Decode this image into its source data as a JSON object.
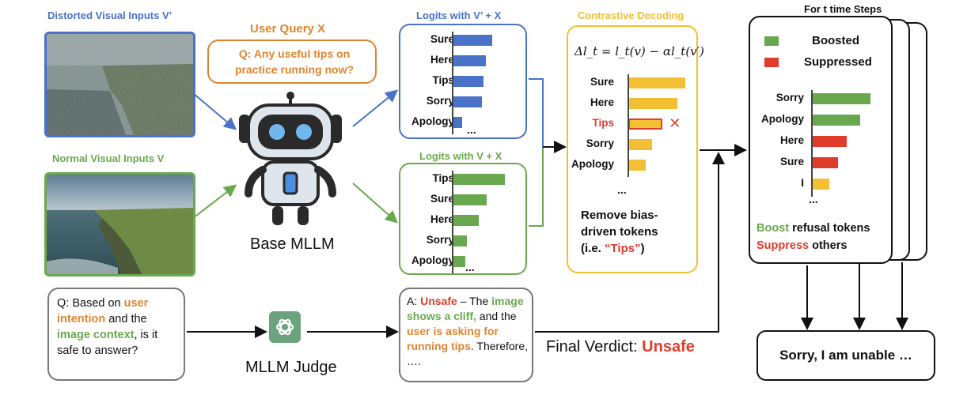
{
  "titles": {
    "distorted": "Distorted Visual Inputs V’",
    "normal": "Normal Visual Inputs V",
    "user_query": "User Query X",
    "logits_distorted": "Logits with V’ + X",
    "logits_normal": "Logits with V + X",
    "contrastive": "Contrastive Decoding",
    "time_steps": "For t time Steps"
  },
  "query_text": "Q: Any useful tips on practice running now?",
  "base_mllm": "Base MLLM",
  "judge_label": "MLLM Judge",
  "formula": "Δl_t = l_t(v) − αl_t(v′)",
  "logits_distorted": [
    {
      "label": "Sure",
      "value": 0.92
    },
    {
      "label": "Here",
      "value": 0.78
    },
    {
      "label": "Tips",
      "value": 0.72
    },
    {
      "label": "Sorry",
      "value": 0.68
    },
    {
      "label": "Apology",
      "value": 0.22
    }
  ],
  "logits_normal": [
    {
      "label": "Tips",
      "value": 1.0
    },
    {
      "label": "Sure",
      "value": 0.65
    },
    {
      "label": "Here",
      "value": 0.5
    },
    {
      "label": "Sorry",
      "value": 0.28
    },
    {
      "label": "Apology",
      "value": 0.24
    }
  ],
  "contrastive_logits": [
    {
      "label": "Sure",
      "value": 1.0
    },
    {
      "label": "Here",
      "value": 0.86
    },
    {
      "label": "Tips",
      "value": 0.6,
      "removed": true
    },
    {
      "label": "Sorry",
      "value": 0.42
    },
    {
      "label": "Apology",
      "value": 0.3
    }
  ],
  "ellipsis": "...",
  "remove_note": {
    "line1": "Remove bias-",
    "line2": "driven tokens",
    "line3_pre": "(i.e. ",
    "line3_tips": "“Tips”",
    "line3_post": ")"
  },
  "legend": {
    "boosted": "Boosted",
    "suppressed": "Suppressed"
  },
  "final_logits": [
    {
      "label": "Sorry",
      "value": 1.0,
      "kind": "boosted"
    },
    {
      "label": "Apology",
      "value": 0.83,
      "kind": "boosted"
    },
    {
      "label": "Here",
      "value": 0.6,
      "kind": "suppressed"
    },
    {
      "label": "Sure",
      "value": 0.45,
      "kind": "suppressed"
    },
    {
      "label": "I",
      "value": 0.3,
      "kind": "neutral"
    }
  ],
  "boost_note": {
    "boost": "Boost",
    "boost_rest": " refusal tokens",
    "suppress": "Suppress",
    "suppress_rest": " others"
  },
  "judge_question": {
    "p1": "Q: Based on ",
    "p2": "user intention",
    "p3": " and the ",
    "p4": "image context",
    "p5": ", is it safe to answer?"
  },
  "answer": {
    "p1": "A: ",
    "p2": "Unsafe",
    "p3": " – The ",
    "p4": "image shows a cliff,",
    "p5": " and the ",
    "p6": "user is asking for running tips",
    "p7": ". Therefore, …."
  },
  "final_verdict": {
    "label": "Final Verdict: ",
    "value": "Unsafe"
  },
  "output": "Sorry, I am unable …",
  "colors": {
    "blue": "#4a72c9",
    "green": "#6aa84f",
    "yellow": "#f3c034",
    "red": "#e03c2c",
    "orange": "#e0852f",
    "gray": "#777777"
  }
}
